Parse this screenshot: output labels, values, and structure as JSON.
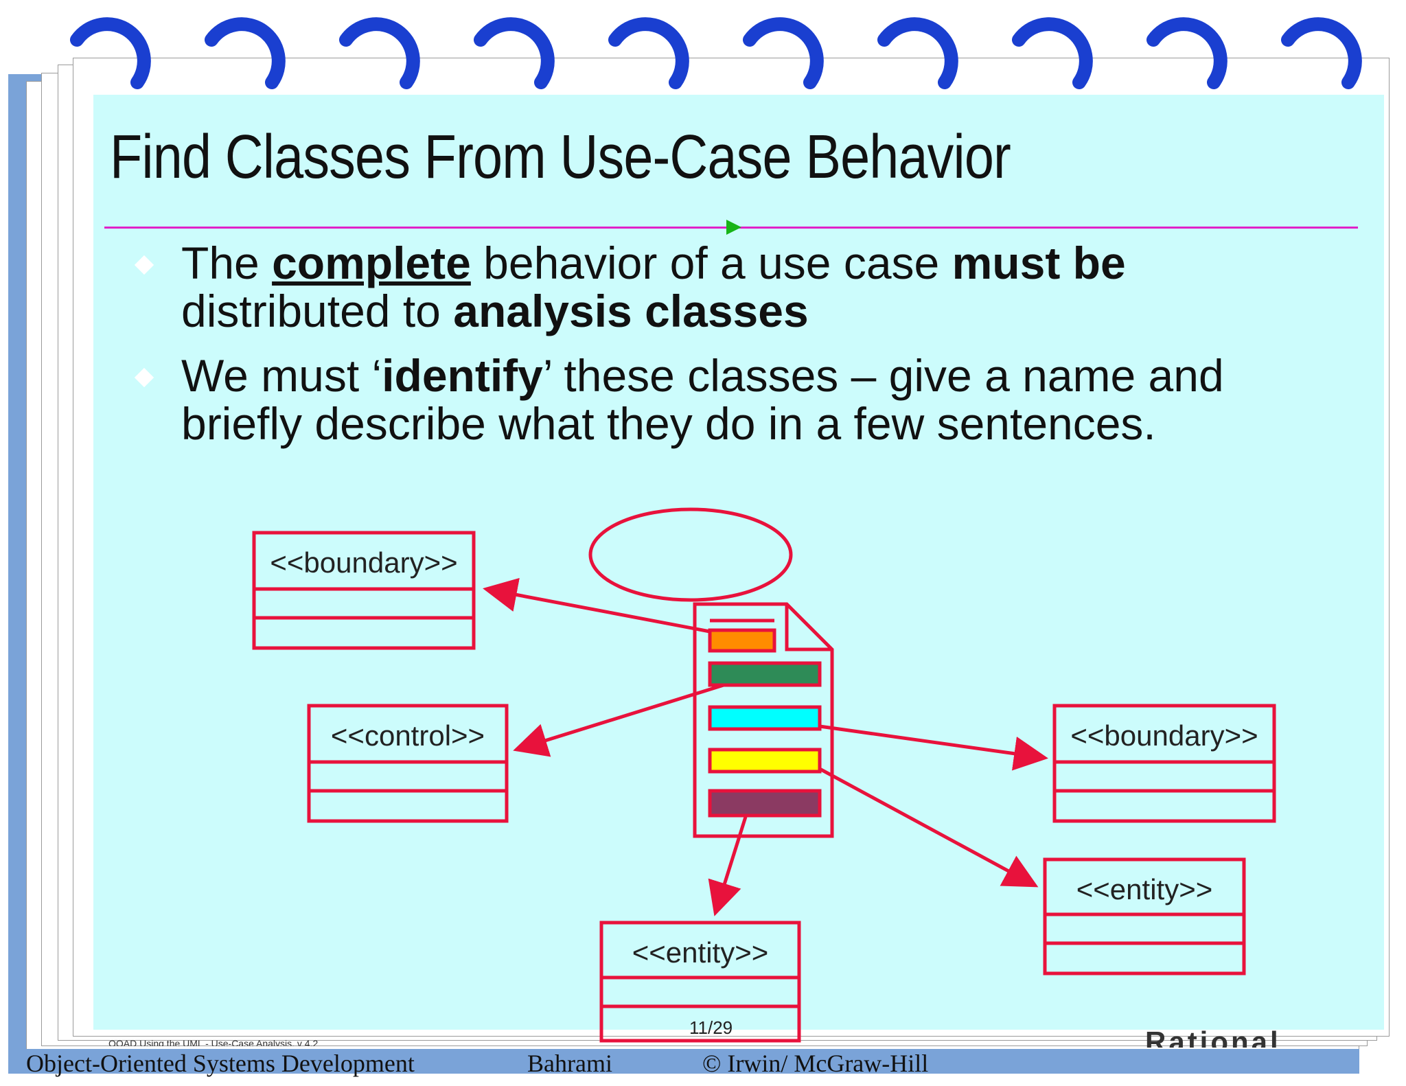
{
  "slide": {
    "title": "Find Classes From Use-Case Behavior",
    "bullets": [
      {
        "pre": "The ",
        "underlined_bold": "complete",
        "mid": " behavior of a use case ",
        "bold1": "must be",
        "line2_pre": "distributed to ",
        "bold2": "analysis classes"
      },
      {
        "pre": "We must ‘",
        "bold": "identify",
        "post": "’ these classes – give a name and briefly describe what they do in a few sentences."
      }
    ],
    "colors": {
      "background": "#ccfcfc",
      "diagram_stroke": "#e8123c",
      "title_rule": "#e020c8",
      "footer_bar": "#7aa3d8"
    }
  },
  "diagram": {
    "classes": [
      {
        "stereotype": "<<boundary>>"
      },
      {
        "stereotype": "<<control>>"
      },
      {
        "stereotype": "<<boundary>>"
      },
      {
        "stereotype": "<<entity>>"
      },
      {
        "stereotype": "<<entity>>"
      }
    ],
    "document_bars": [
      "#ff8c00",
      "#2e8b57",
      "#00ffff",
      "#ffff00",
      "#8b3a62"
    ]
  },
  "footer": {
    "left": "Object-Oriented Systems Development",
    "middle": "Bahrami",
    "right": "©  Irwin/ McGraw-Hill",
    "page": "11/29",
    "brand": "Rational",
    "note": "OOAD Using the UML - Use-Case Analysis, v 4.2"
  }
}
